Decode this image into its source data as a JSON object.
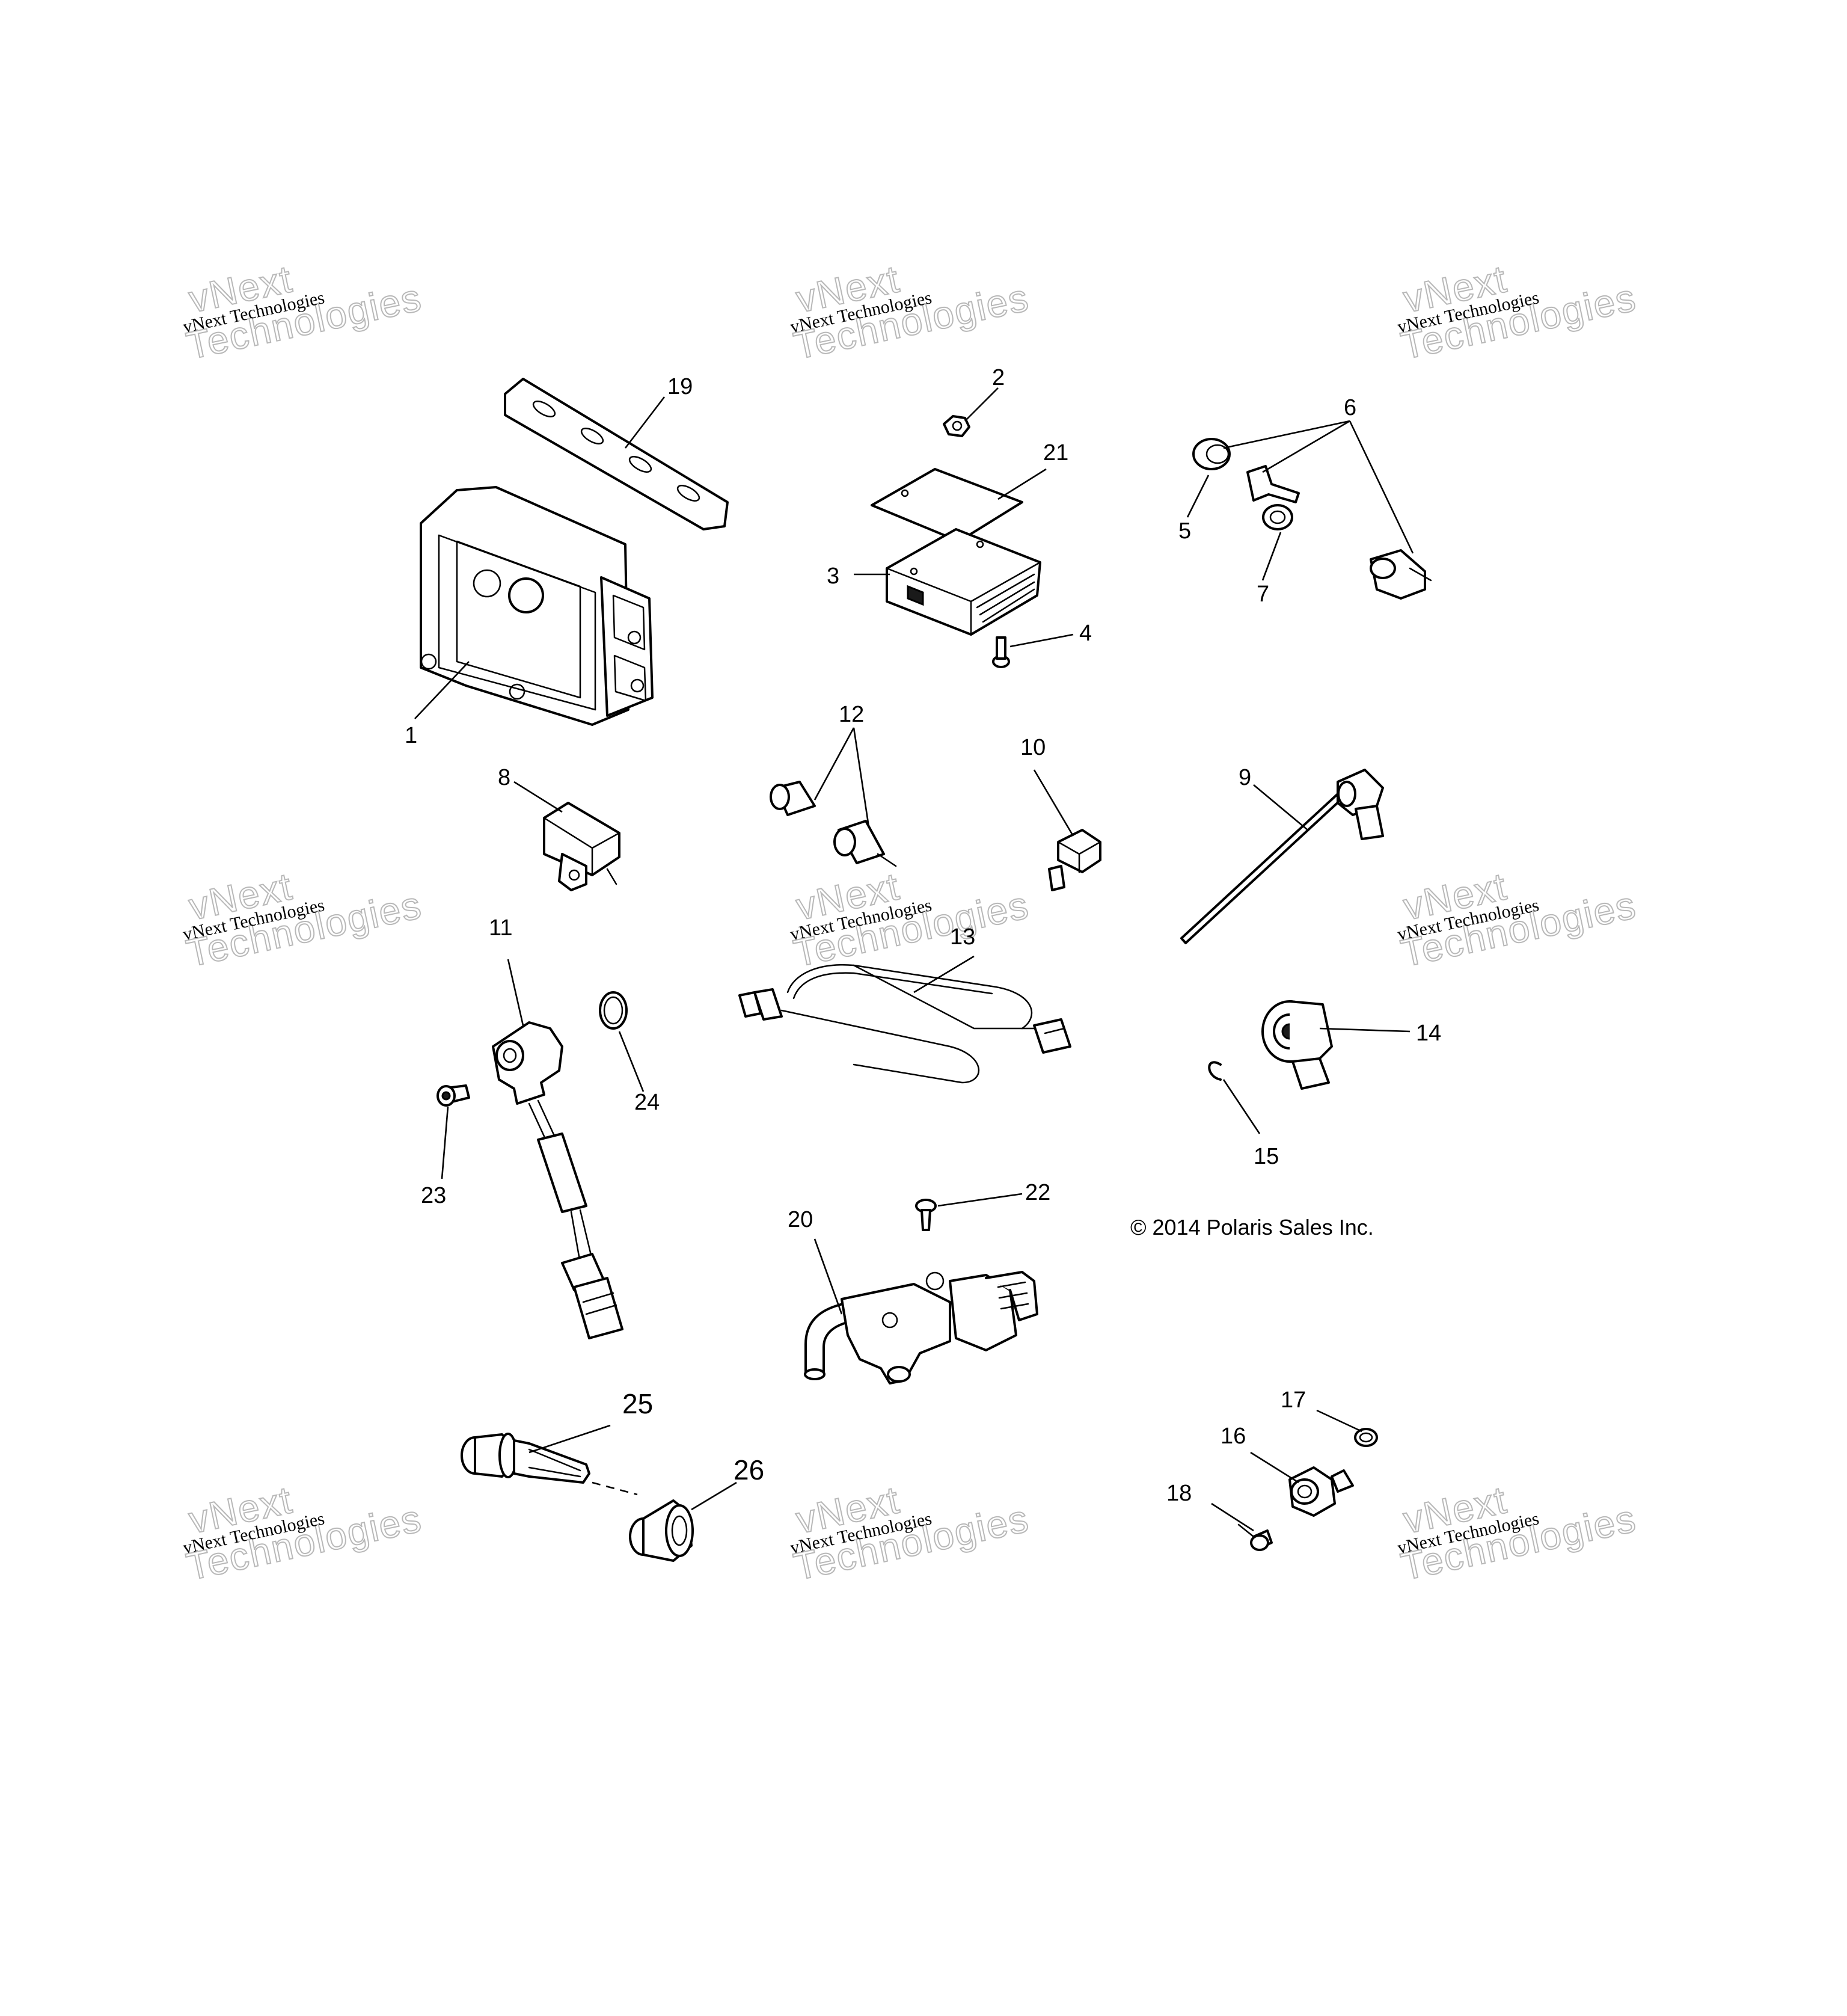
{
  "watermark": {
    "line1": "vNext",
    "line2": "Technologies",
    "small": "vNext Technologies"
  },
  "copyright": "© 2014 Polaris Sales Inc.",
  "callouts": {
    "c1": "1",
    "c2": "2",
    "c3": "3",
    "c4": "4",
    "c5": "5",
    "c6": "6",
    "c7": "7",
    "c8": "8",
    "c9": "9",
    "c10": "10",
    "c11": "11",
    "c12": "12",
    "c13": "13",
    "c14": "14",
    "c15": "15",
    "c16": "16",
    "c17": "17",
    "c18": "18",
    "c19": "19",
    "c20": "20",
    "c21": "21",
    "c22": "22",
    "c23": "23",
    "c24": "24",
    "c25": "25",
    "c26": "26"
  }
}
